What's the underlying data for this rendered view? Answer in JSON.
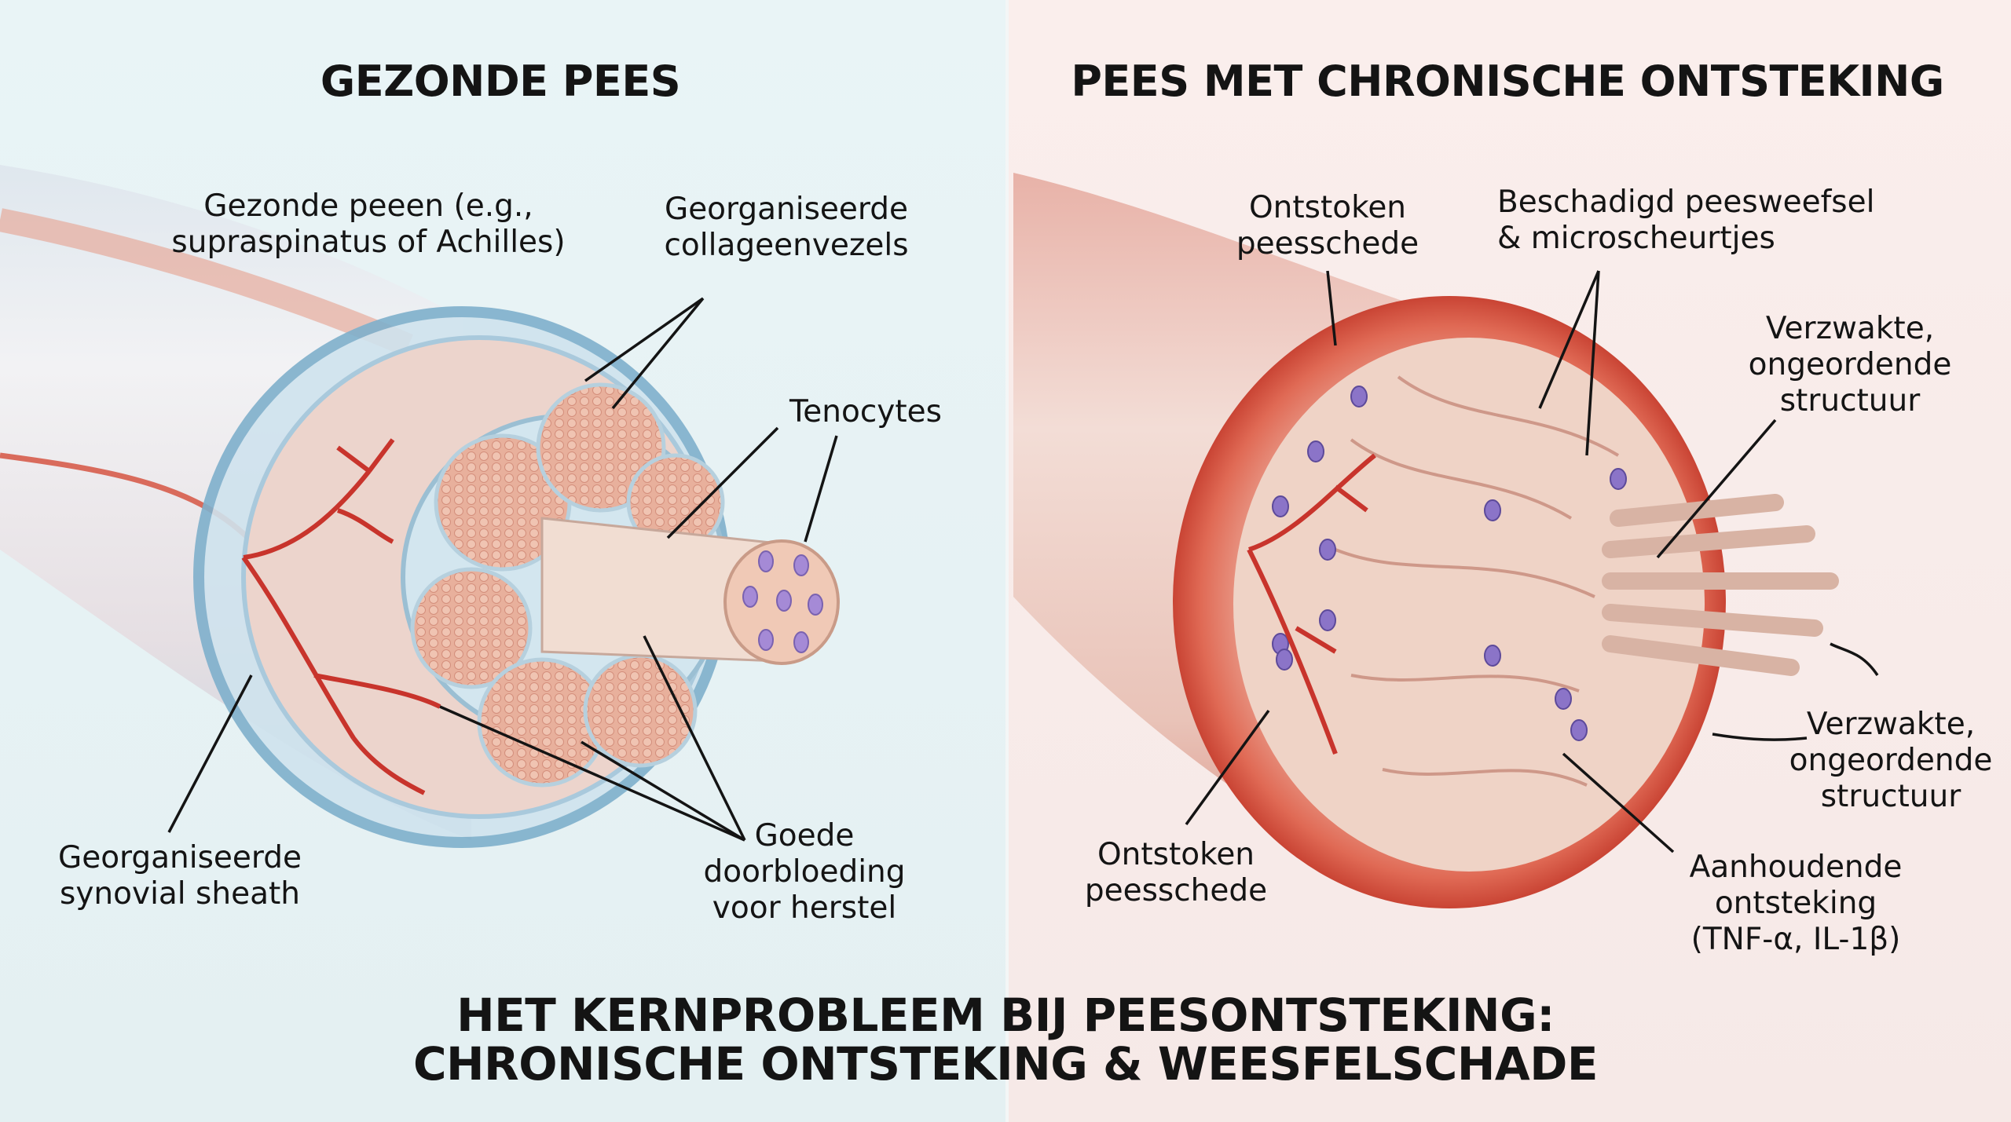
{
  "left": {
    "title": "GEZONDE PEES",
    "labels": {
      "healthy_tendon": [
        "Gezonde peeen (e.g.,",
        "supraspinatus of Achilles)"
      ],
      "collagen": [
        "Georganiseerde",
        "collageenvezels"
      ],
      "tenocytes": [
        "Tenocytes"
      ],
      "sheath": [
        "Georganiseerde",
        "synovial sheath"
      ],
      "blood_supply": [
        "Goede",
        "doorbloeding",
        "voor herstel"
      ]
    }
  },
  "right": {
    "title": "PEES MET CHRONISCHE ONTSTEKING",
    "labels": {
      "inflamed_sheath_top": [
        "Ontstoken",
        "peesschede"
      ],
      "damaged_tissue": [
        "Beschadigd peesweefsel",
        "& microscheurtjes"
      ],
      "weakened_top": [
        "Verzwakte,",
        "ongeordende",
        "structuur"
      ],
      "weakened_bottom": [
        "Verzwakte,",
        "ongeordende",
        "structuur"
      ],
      "inflamed_sheath_bottom": [
        "Ontstoken",
        "peesschede"
      ],
      "persistent_inflammation": [
        "Aanhoudende",
        "ontsteking",
        "(TNF-α, IL-1β)"
      ]
    }
  },
  "footer": {
    "title": [
      "HET KERNPROBLEEM BIJ PEESONTSTEKING:",
      "CHRONISCHE ONTSTEKING & WEESFELSCHADE"
    ]
  },
  "colors": {
    "left_bg": "#e9f4f6",
    "right_bg": "#faeeec",
    "vessel": "#c8342c",
    "collagen": "#e9b3a0",
    "cell": "#8b74c8"
  }
}
